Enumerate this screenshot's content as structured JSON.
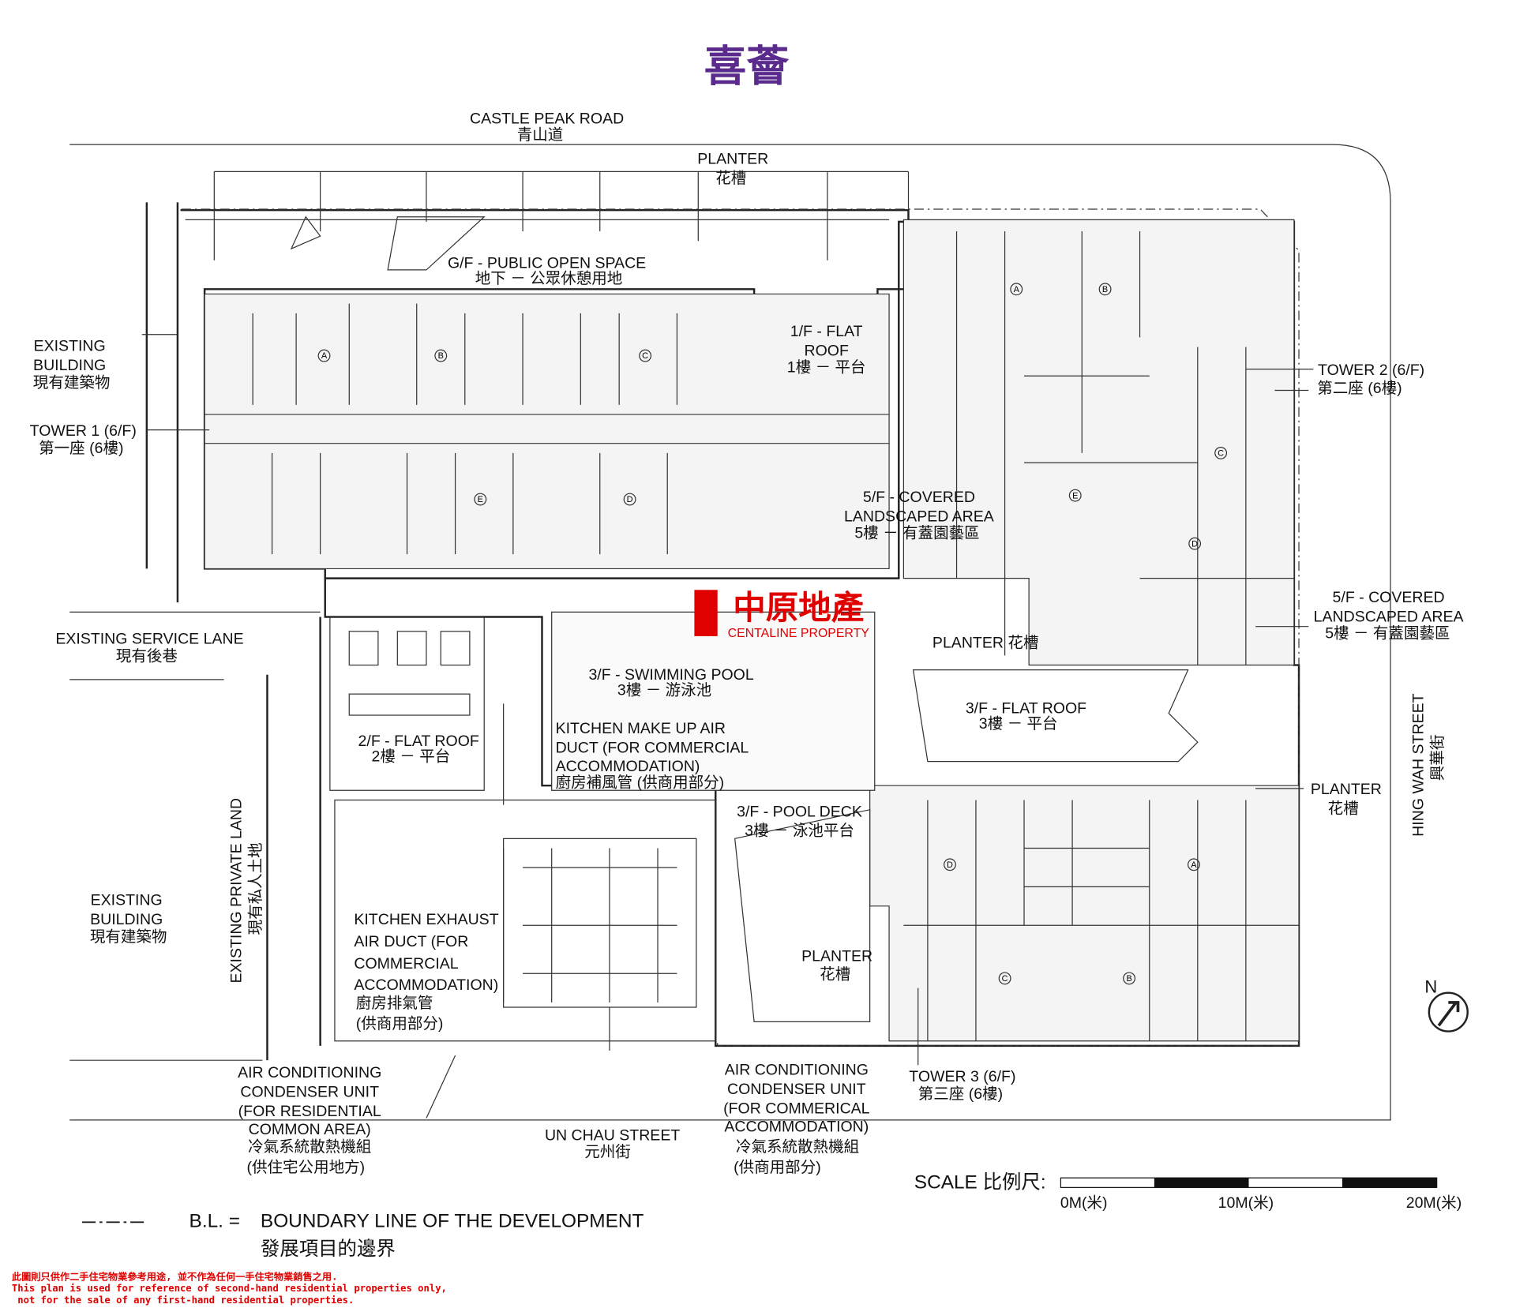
{
  "title": "喜薈",
  "colors": {
    "title": "#5a2a8c",
    "brand": "#e00000",
    "line": "#222222"
  },
  "roads": {
    "castle_peak": [
      "CASTLE  PEAK  ROAD",
      "青山道"
    ],
    "un_chau": [
      "UN CHAU STREET",
      "元州街"
    ],
    "hing_wah": [
      "HING WAH STREET",
      "興華街"
    ],
    "service_lane": [
      "EXISTING SERVICE LANE",
      "現有後巷"
    ],
    "private_land": [
      "EXISTING PRIVATE LAND",
      "現有私人土地"
    ]
  },
  "labels": {
    "planter_top": [
      "PLANTER",
      "花槽"
    ],
    "public_space": [
      "G/F - PUBLIC OPEN SPACE",
      "地下  －  公眾休憩用地"
    ],
    "flat_roof_1f": [
      "1/F - FLAT",
      "ROOF",
      "1樓  －  平台"
    ],
    "existing_building_top": [
      "EXISTING",
      "BUILDING",
      "現有建築物"
    ],
    "tower1": [
      "TOWER 1 (6/F)",
      "第一座 (6樓)"
    ],
    "tower2": [
      "TOWER 2 (6/F)",
      "第二座 (6樓)"
    ],
    "tower3": [
      "TOWER 3 (6/F)",
      "第三座 (6樓)"
    ],
    "covered_landscape_mid": [
      "5/F - COVERED",
      "LANDSCAPED AREA",
      "5樓  －  有蓋園藝區"
    ],
    "covered_landscape_right": [
      "5/F - COVERED",
      "LANDSCAPED AREA",
      "5樓  －  有蓋園藝區"
    ],
    "planter_mid": "PLANTER      花槽",
    "swimming_pool": [
      "3/F - SWIMMING POOL",
      "3樓  －  游泳池"
    ],
    "kitchen_makeup": [
      "KITCHEN MAKE UP AIR",
      "DUCT (FOR COMMERCIAL",
      "ACCOMMODATION)",
      "廚房補風管  (供商用部分)"
    ],
    "flat_roof_2f": [
      "2/F - FLAT ROOF",
      "2樓  －  平台"
    ],
    "flat_roof_3f": [
      "3/F - FLAT ROOF",
      "3樓  －  平台"
    ],
    "pool_deck": [
      "3/F - POOL DECK",
      "3樓  －  泳池平台"
    ],
    "planter_right": [
      "PLANTER",
      "花槽"
    ],
    "planter_lower": [
      "PLANTER",
      "花槽"
    ],
    "existing_building_low": [
      "EXISTING",
      "BUILDING",
      "現有建築物"
    ],
    "kitchen_exhaust": [
      "KITCHEN EXHAUST",
      "AIR DUCT (FOR",
      "COMMERCIAL",
      "ACCOMMODATION)",
      "廚房排氣管",
      "(供商用部分)"
    ],
    "ac_residential": [
      "AIR CONDITIONING",
      "CONDENSER UNIT",
      "(FOR RESIDENTIAL",
      "COMMON AREA)",
      "冷氣系統散熱機組",
      "(供住宅公用地方)"
    ],
    "ac_commercial": [
      "AIR CONDITIONING",
      "CONDENSER UNIT",
      "(FOR COMMERICAL",
      "ACCOMMODATION)",
      "冷氣系統散熱機組",
      "(供商用部分)"
    ]
  },
  "units": [
    "A",
    "B",
    "C",
    "D",
    "E"
  ],
  "north": "N",
  "scale": {
    "label": "SCALE 比例尺:",
    "ticks": [
      "0M(米)",
      "10M(米)",
      "20M(米)"
    ]
  },
  "legend": {
    "symbol_key": "B.L. =",
    "text_en": "BOUNDARY LINE OF THE DEVELOPMENT",
    "text_zh": "發展項目的邊界"
  },
  "brand": {
    "zh": "中原地產",
    "en": "CENTALINE PROPERTY"
  },
  "disclaimer": [
    "此圖則只供作二手住宅物業參考用途, 並不作為任何一手住宅物業銷售之用.",
    "This plan is used for reference of second-hand residential properties only,",
    " not for the sale of any first-hand residential properties."
  ]
}
